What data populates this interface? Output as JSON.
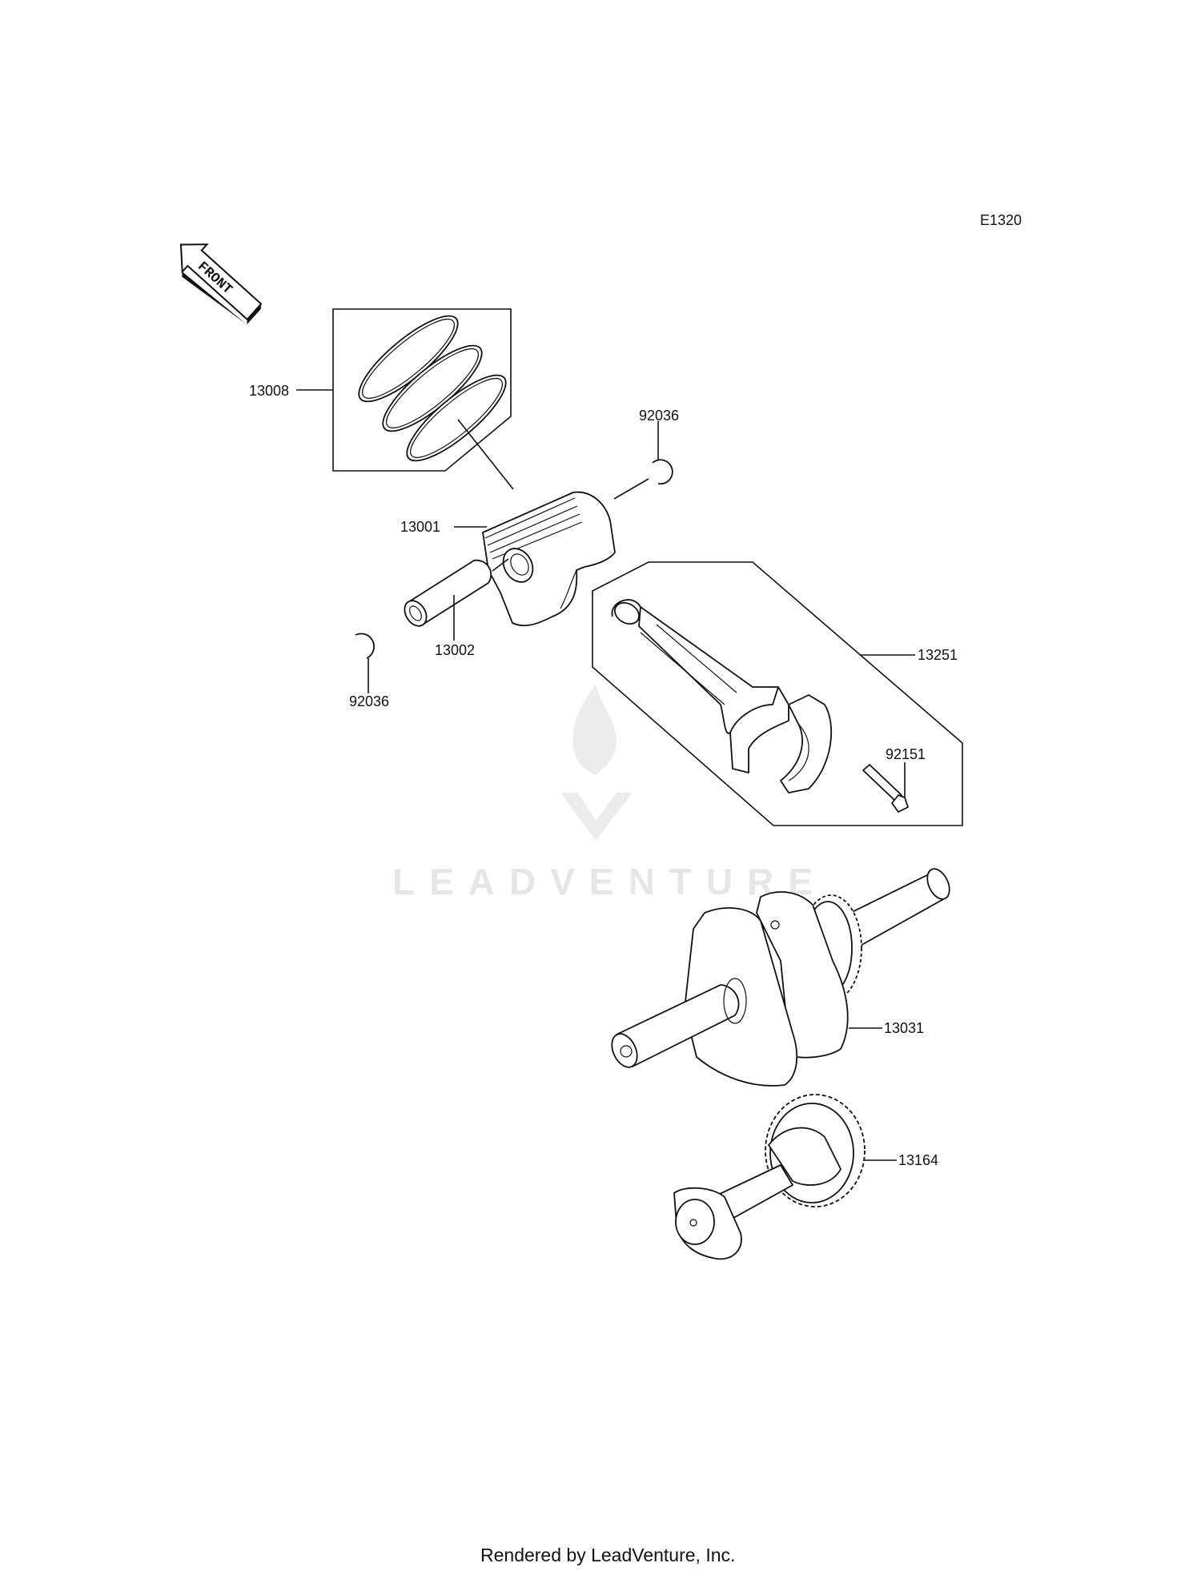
{
  "diagram": {
    "code": "E1320",
    "front_label": "FRONT",
    "watermark": "LEADVENTURE",
    "footer": "Rendered by LeadVenture, Inc.",
    "callouts": [
      {
        "part": "13008"
      },
      {
        "part": "92036"
      },
      {
        "part": "13001"
      },
      {
        "part": "13002"
      },
      {
        "part": "92036"
      },
      {
        "part": "13251"
      },
      {
        "part": "92151"
      },
      {
        "part": "13031"
      },
      {
        "part": "13164"
      }
    ]
  }
}
